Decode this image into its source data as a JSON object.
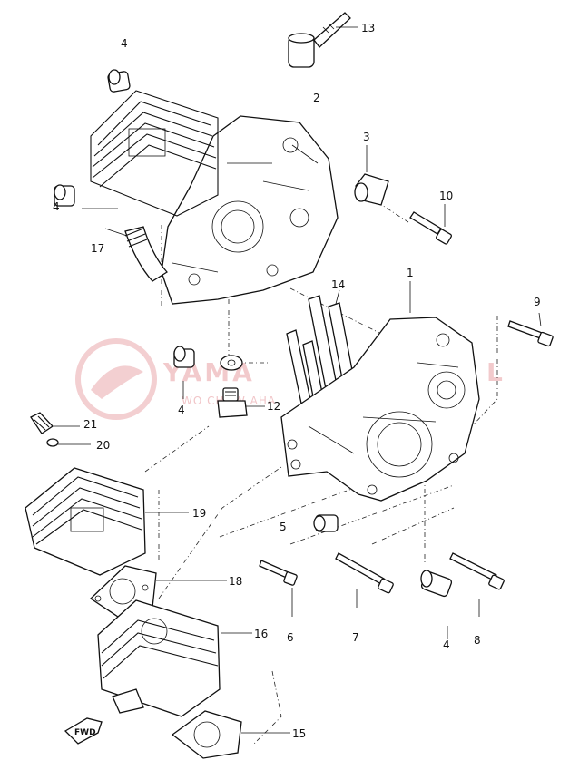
{
  "watermark": {
    "brand": "YAMA",
    "brand_suffix": "L",
    "subtitle": "WO    CHOW                                     AHA",
    "color": "#e8a0a4"
  },
  "callouts": {
    "c13": "13",
    "c2": "2",
    "c4_top": "4",
    "c3": "3",
    "c10": "10",
    "c4_left": "4",
    "c17": "17",
    "c1": "1",
    "c14": "14",
    "c9": "9",
    "c4_mid": "4",
    "c12": "12",
    "c21": "21",
    "c20": "20",
    "c19": "19",
    "c18": "18",
    "c16": "16",
    "c15": "15",
    "c5": "5",
    "c6": "6",
    "c7": "7",
    "c4_bottom": "4",
    "c8": "8"
  },
  "fwd_label": "FWD"
}
